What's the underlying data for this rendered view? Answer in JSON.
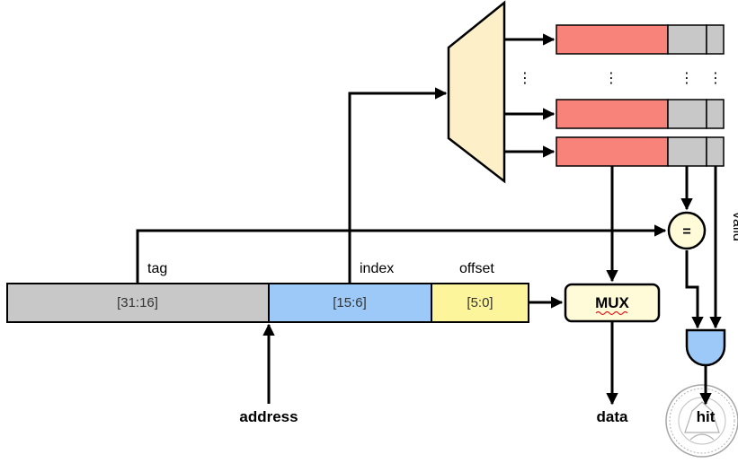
{
  "address_fields": [
    {
      "label": "tag",
      "bits": "[31:16]",
      "color": "#c8c8c8"
    },
    {
      "label": "index",
      "bits": "[15:6]",
      "color": "#9cc9f7"
    },
    {
      "label": "offset",
      "bits": "[5:0]",
      "color": "#fdf59b"
    }
  ],
  "address_label": "address",
  "data_label": "data",
  "mux_label": "MUX",
  "comparator_symbol": "=",
  "valid_label": "valid",
  "hit_label": "hit",
  "ellipsis": "⋮",
  "colors": {
    "decoder_fill": "#fdf0c8",
    "mux_fill": "#fffbd9",
    "cache_data": "#f8837b",
    "cache_tag": "#c8c8c8",
    "and_gate": "#9cc9f7",
    "comparator": "#fffbd9",
    "seal": "#8a8a8a"
  }
}
